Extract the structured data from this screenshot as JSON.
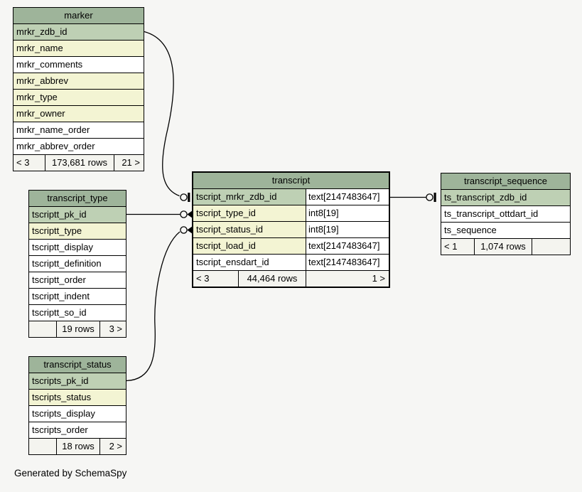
{
  "page": {
    "footer_note": "Generated by SchemaSpy"
  },
  "colors": {
    "background": "#f6f6f4",
    "header": "#9eb49a",
    "primary_key": "#bed0b4",
    "indexed": "#f3f4d3",
    "regular": "#ffffff",
    "footer_cell": "#f4f4ef",
    "border": "#000000"
  },
  "tables": [
    {
      "id": "marker",
      "title": "marker",
      "columns": [
        {
          "name": "mrkr_zdb_id",
          "style": "pk"
        },
        {
          "name": "mrkr_name",
          "style": "indexed"
        },
        {
          "name": "mrkr_comments",
          "style": "regular"
        },
        {
          "name": "mrkr_abbrev",
          "style": "indexed"
        },
        {
          "name": "mrkr_type",
          "style": "indexed"
        },
        {
          "name": "mrkr_owner",
          "style": "indexed"
        },
        {
          "name": "mrkr_name_order",
          "style": "regular"
        },
        {
          "name": "mrkr_abbrev_order",
          "style": "regular"
        }
      ],
      "footer": {
        "left": "< 3",
        "center": "173,681 rows",
        "right": "21 >"
      }
    },
    {
      "id": "transcript_type",
      "title": "transcript_type",
      "columns": [
        {
          "name": "tscriptt_pk_id",
          "style": "pk"
        },
        {
          "name": "tscriptt_type",
          "style": "indexed"
        },
        {
          "name": "tscriptt_display",
          "style": "regular"
        },
        {
          "name": "tscriptt_definition",
          "style": "regular"
        },
        {
          "name": "tscriptt_order",
          "style": "regular"
        },
        {
          "name": "tscriptt_indent",
          "style": "regular"
        },
        {
          "name": "tscriptt_so_id",
          "style": "regular"
        }
      ],
      "footer": {
        "left": "",
        "center": "19 rows",
        "right": "3 >"
      }
    },
    {
      "id": "transcript_status",
      "title": "transcript_status",
      "columns": [
        {
          "name": "tscripts_pk_id",
          "style": "pk"
        },
        {
          "name": "tscripts_status",
          "style": "indexed"
        },
        {
          "name": "tscripts_display",
          "style": "regular"
        },
        {
          "name": "tscripts_order",
          "style": "regular"
        }
      ],
      "footer": {
        "left": "",
        "center": "18 rows",
        "right": "2 >"
      }
    },
    {
      "id": "transcript",
      "title": "transcript",
      "emphasized": true,
      "columns": [
        {
          "name": "tscript_mrkr_zdb_id",
          "type": "text[2147483647]",
          "style": "pk"
        },
        {
          "name": "tscript_type_id",
          "type": "int8[19]",
          "style": "indexed"
        },
        {
          "name": "tscript_status_id",
          "type": "int8[19]",
          "style": "indexed"
        },
        {
          "name": "tscript_load_id",
          "type": "text[2147483647]",
          "style": "indexed"
        },
        {
          "name": "tscript_ensdart_id",
          "type": "text[2147483647]",
          "style": "regular"
        }
      ],
      "footer": {
        "left": "< 3",
        "center": "44,464 rows",
        "right": "1 >"
      }
    },
    {
      "id": "transcript_sequence",
      "title": "transcript_sequence",
      "columns": [
        {
          "name": "ts_transcript_zdb_id",
          "style": "pk"
        },
        {
          "name": "ts_transcript_ottdart_id",
          "style": "regular"
        },
        {
          "name": "ts_sequence",
          "style": "regular"
        }
      ],
      "footer": {
        "left": "< 1",
        "center": "1,074 rows",
        "right": ""
      }
    }
  ],
  "relationships": [
    {
      "from": "marker.mrkr_zdb_id",
      "to": "transcript.tscript_mrkr_zdb_id",
      "end_glyph": "circle-tee"
    },
    {
      "from": "transcript_type.tscriptt_pk_id",
      "to": "transcript.tscript_type_id",
      "end_glyph": "circle-arrow"
    },
    {
      "from": "transcript_status.tscripts_pk_id",
      "to": "transcript.tscript_status_id",
      "end_glyph": "circle-arrow"
    },
    {
      "from": "transcript.tscript_mrkr_zdb_id",
      "to": "transcript_sequence.ts_transcript_zdb_id",
      "end_glyph": "circle-tee"
    }
  ]
}
